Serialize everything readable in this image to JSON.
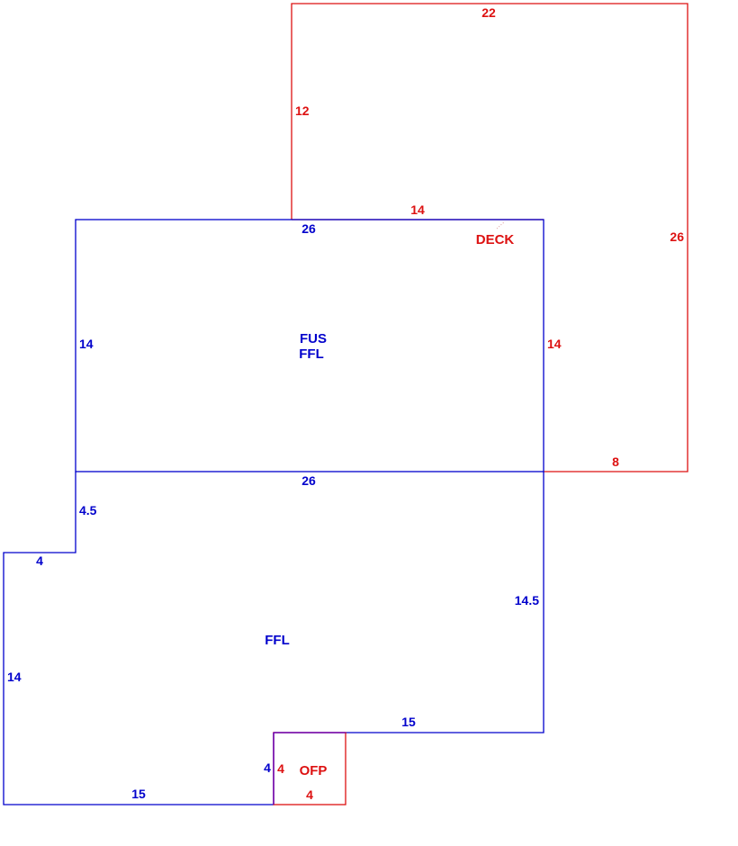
{
  "colors": {
    "blue": "#0000cc",
    "red": "#dd1111"
  },
  "deck": {
    "name": "DECK",
    "dims": {
      "top": "22",
      "left": "12",
      "right": "26",
      "bottom": "8",
      "inner_top": "14",
      "inner_side": "14"
    }
  },
  "upper": {
    "names": [
      "FUS",
      "FFL"
    ],
    "dims": {
      "top": "26",
      "left": "14",
      "bottom": "26"
    }
  },
  "lower": {
    "name": "FFL",
    "dims": {
      "notch_side": "4.5",
      "notch_top": "4",
      "left": "14",
      "bottom": "15",
      "right": "14.5",
      "step_top": "15",
      "step_side": "4"
    }
  },
  "porch": {
    "name": "OFP",
    "dims": {
      "left": "4",
      "bottom": "4"
    }
  }
}
